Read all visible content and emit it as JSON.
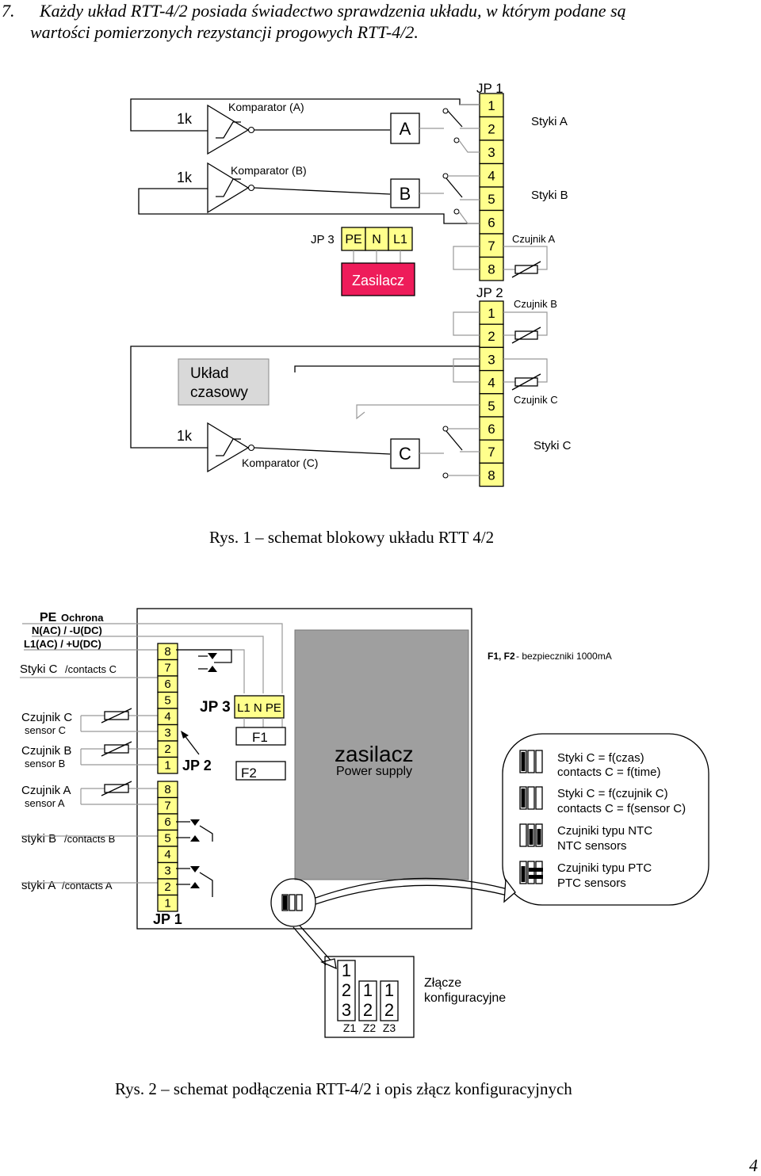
{
  "intro": {
    "number": "7.",
    "line1": "Każdy układ RTT-4/2 posiada świadectwo sprawdzenia układu, w którym podane są",
    "line2": "wartości pomierzonych rezystancji progowych RTT-4/2."
  },
  "fig1": {
    "caption": "Rys. 1 – schemat blokowy układu RTT 4/2",
    "resistor_label": "1k",
    "comparator_a": "Komparator (A)",
    "comparator_b": "Komparator (B)",
    "comparator_c": "Komparator (C)",
    "relay_a": "A",
    "relay_b": "B",
    "relay_c": "C",
    "jp3_label": "JP 3",
    "jp3_pins": [
      "PE",
      "N",
      "L1"
    ],
    "power": "Zasilacz",
    "timer_line1": "Układ",
    "timer_line2": "czasowy",
    "jp1_label": "JP 1",
    "jp2_label": "JP 2",
    "jp1_pins": [
      "1",
      "2",
      "3",
      "4",
      "5",
      "6",
      "7",
      "8"
    ],
    "jp2_pins": [
      "1",
      "2",
      "3",
      "4",
      "5",
      "6",
      "7",
      "8"
    ],
    "styki_a": "Styki A",
    "styki_b": "Styki B",
    "czujnik_a": "Czujnik A",
    "czujnik_b": "Czujnik B",
    "czujnik_c": "Czujnik C",
    "styki_c": "Styki C"
  },
  "fig2": {
    "caption": "Rys. 2 – schemat podłączenia RTT-4/2 i opis złącz konfiguracyjnych",
    "pe": "PE",
    "ochrona": "Ochrona",
    "nac": "N(AC) / -U(DC)",
    "l1ac": "L1(AC) / +U(DC)",
    "styki_c_main": "Styki C",
    "styki_c_sub": "/contacts C",
    "czujnik_c": "Czujnik C",
    "sensor_c": "sensor C",
    "czujnik_b": "Czujnik B",
    "sensor_b": "sensor B",
    "czujnik_a": "Czujnik A",
    "sensor_a": "sensor A",
    "styki_b_main": "styki B",
    "styki_b_sub": "/contacts B",
    "styki_a_main": "styki A",
    "styki_a_sub": "/contacts A",
    "jp2_pins_top_down": [
      "8",
      "7",
      "6",
      "5",
      "4",
      "3",
      "2",
      "1"
    ],
    "jp1_pins_top_down": [
      "8",
      "7",
      "6",
      "5",
      "4",
      "3",
      "2",
      "1"
    ],
    "jp3_label": "JP 3",
    "jp3_pins": "L1 N PE",
    "f1": "F1",
    "f2": "F2",
    "jp2_label": "JP 2",
    "jp1_label": "JP 1",
    "supply_pl": "zasilacz",
    "supply_en": "Power supply",
    "fuse_note_bold": "F1, F2",
    "fuse_note": " - bezpieczniki 1000mA",
    "legend": [
      {
        "line1": "Styki C = f(czas)",
        "line2": "contacts C = f(time)"
      },
      {
        "line1": "Styki C = f(czujnik C)",
        "line2": "contacts C = f(sensor C)"
      },
      {
        "line1": "Czujniki typu NTC",
        "line2": "NTC sensors"
      },
      {
        "line1": "Czujniki typu PTC",
        "line2": "PTC sensors"
      }
    ],
    "config_rows": [
      [
        "1",
        "",
        ""
      ],
      [
        "2",
        "1",
        "1"
      ],
      [
        "3",
        "2",
        "2"
      ]
    ],
    "config_cols": [
      "Z1",
      "Z2",
      "Z3"
    ],
    "config_label1": "Złącze",
    "config_label2": "konfiguracyjne"
  },
  "page_number": "4",
  "colors": {
    "terminal": "#ffff8c",
    "power": "#ee1c5a",
    "gray": "#d9d9d9",
    "supply": "#9f9f9f"
  }
}
